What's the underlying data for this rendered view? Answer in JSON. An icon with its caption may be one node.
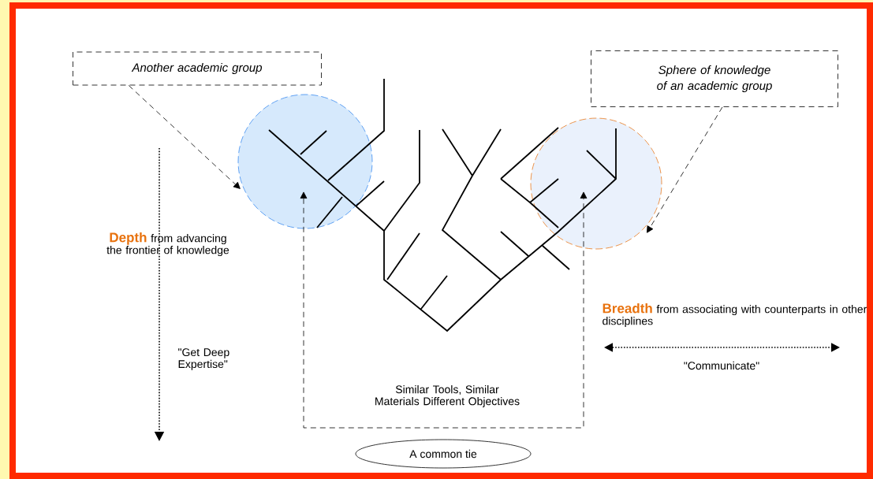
{
  "diagram": {
    "nodes": [
      {
        "text": [
          "Another academic group"
        ]
      },
      {
        "text": [],
        "shape": "circle"
      },
      {
        "text": [
          "Sphere of knowledge of an academic group"
        ]
      },
      {
        "text": [],
        "shape": "circle"
      },
      {
        "text": [
          "A common tie"
        ]
      }
    ],
    "edges": [
      {
        "from": 0,
        "to": 1,
        "arrow": "to",
        "style": "dashed"
      },
      {
        "from": 2,
        "to": 3,
        "arrow": "to",
        "style": "dashed"
      },
      {
        "from": 1,
        "to": 3,
        "arrow": "both",
        "style": "dashed"
      }
    ],
    "labels": [
      "Depth",
      "from advancing the frontier of knowledge",
      "\"Get Deep Expertise\"",
      "Breadth",
      "from associating with counterparts in other disciplines",
      "\"Communicate\"",
      "Similar Tools, Similar Materials Different Objectives"
    ]
  }
}
